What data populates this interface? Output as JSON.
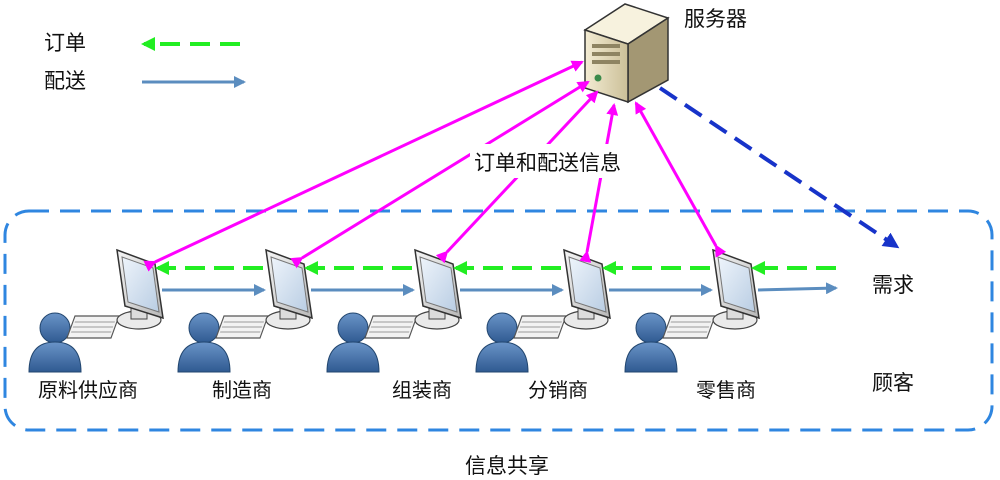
{
  "legend": {
    "order_label": "订单",
    "delivery_label": "配送"
  },
  "server": {
    "label": "服务器",
    "icon": "server-tower-icon"
  },
  "center_label": "订单和配送信息",
  "demand_label": "需求",
  "customer_label": "顾客",
  "sharing_label": "信息共享",
  "nodes": [
    {
      "id": "supplier",
      "label": "原料供应商"
    },
    {
      "id": "manufacturer",
      "label": "制造商"
    },
    {
      "id": "assembler",
      "label": "组装商"
    },
    {
      "id": "distributor",
      "label": "分销商"
    },
    {
      "id": "retailer",
      "label": "零售商"
    }
  ],
  "colors": {
    "order": "#22ee22",
    "delivery": "#5b8dbf",
    "info": "#ff00ff",
    "demand": "#1733c9",
    "boundary": "#2f86e0",
    "person": "#3f6ea8"
  }
}
